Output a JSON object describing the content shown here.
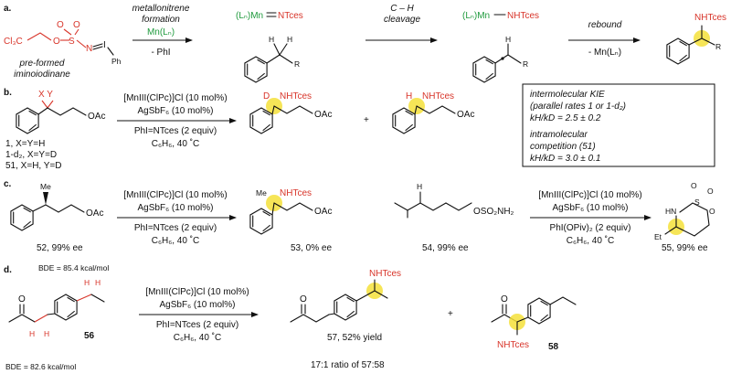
{
  "colors": {
    "red": "#d8352a",
    "green": "#1f9a3d",
    "highlight": "#f5e13a",
    "ink": "#111111"
  },
  "panel_a": {
    "letter": "a.",
    "reagent": "pre-formed iminoiodinane",
    "reagent_l1": "pre-formed",
    "reagent_l2": "iminoiodinane",
    "cl3c": "Cl₃C",
    "ph": "Ph",
    "step1_top": "metallonitrene",
    "step1_top2": "formation",
    "step1_cat": "Mn(Lₙ)",
    "step1_bottom": "- PhI",
    "nitrene_l": "(Lₙ)Mn",
    "nitrene_r": "NTces",
    "step2_top": "C – H",
    "step2_top2": "cleavage",
    "amido_l": "(Lₙ)Mn",
    "amido_r": "NHTces",
    "step3_top": "rebound",
    "step3_bottom": "- Mn(Lₙ)",
    "product_label": "NHTces",
    "r": "R",
    "h": "H"
  },
  "panel_b": {
    "letter": "b.",
    "sub_xy": "X  Y",
    "oac": "OAc",
    "sub1": "1, X=Y=H",
    "sub2": "1-d₂, X=Y=D",
    "sub3": "51, X=H, Y=D",
    "cond1": "[MnIII(ClPc)]Cl (10 mol%)",
    "cond2": "AgSbF₆ (10 mol%)",
    "cond3": "PhI=NTces (2 equiv)",
    "cond4": "C₆H₆, 40 ˚C",
    "prod1_d": "D",
    "prod1_n": "NHTces",
    "plus": "+",
    "prod2_h": "H",
    "prod2_n": "NHTces",
    "kie1": "intermolecular KIE",
    "kie2": "(parallel rates 1 or 1-d₂)",
    "kie3": "kH/kD = 2.5 ± 0.2",
    "kie4": "intramolecular",
    "kie5": "competition (51)",
    "kie6": "kH/kD = 3.0 ± 0.1"
  },
  "panel_c": {
    "letter": "c.",
    "me": "Me",
    "oac": "OAc",
    "sub52": "52, 99% ee",
    "cond1": "[MnIII(ClPc)]Cl (10 mol%)",
    "cond2": "AgSbF₆ (10 mol%)",
    "cond3": "PhI=NTces (2 equiv)",
    "cond4": "C₆H₆, 40 ˚C",
    "prod53_n": "NHTces",
    "prod53_me": "Me",
    "prod53": "53, 0% ee",
    "h54": "H",
    "sulf54": "OSO₂NH₂",
    "sub54": "54, 99% ee",
    "cond5": "[MnIII(ClPc)]Cl (10 mol%)",
    "cond6": "AgSbF₆ (10 mol%)",
    "cond7": "PhI(OPiv)₂ (2 equiv)",
    "cond8": "C₆H₆, 40 ˚C",
    "o": "O",
    "s": "S",
    "hn": "HN",
    "et": "Et",
    "prod55": "55, 99% ee"
  },
  "panel_d": {
    "letter": "d.",
    "bde_top": "BDE = 85.4 kcal/mol",
    "bde_bottom": "BDE = 82.6 kcal/mol",
    "o": "O",
    "h": "H",
    "sub56": "56",
    "cond1": "[MnIII(ClPc)]Cl (10 mol%)",
    "cond2": "AgSbF₆ (10 mol%)",
    "cond3": "PhI=NTces (2 equiv)",
    "cond4": "C₆H₆, 40 ˚C",
    "prod57_n": "NHTces",
    "prod57": "57, 52% yield",
    "plus": "+",
    "prod58_n": "NHTces",
    "prod58": "58",
    "ratio": "17:1 ratio of 57:58"
  }
}
